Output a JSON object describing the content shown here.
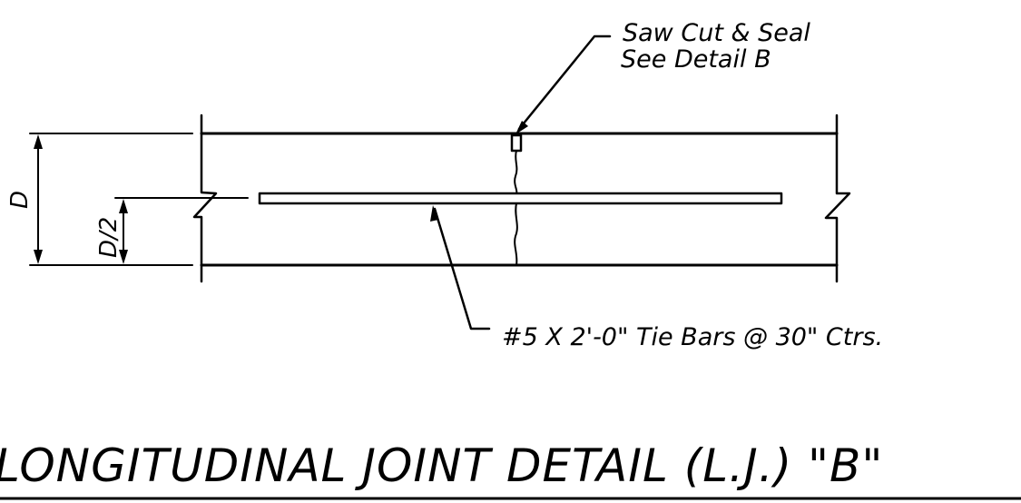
{
  "title": "LONGITUDINAL JOINT DETAIL (L.J.) \"B\"",
  "callouts": {
    "saw_cut_line1": "Saw Cut & Seal",
    "saw_cut_line2": "See Detail B",
    "tie_bars": "#5 X 2'-0\" Tie Bars @ 30\" Ctrs."
  },
  "dimensions": {
    "full_depth": "D",
    "half_depth": "D/2"
  }
}
